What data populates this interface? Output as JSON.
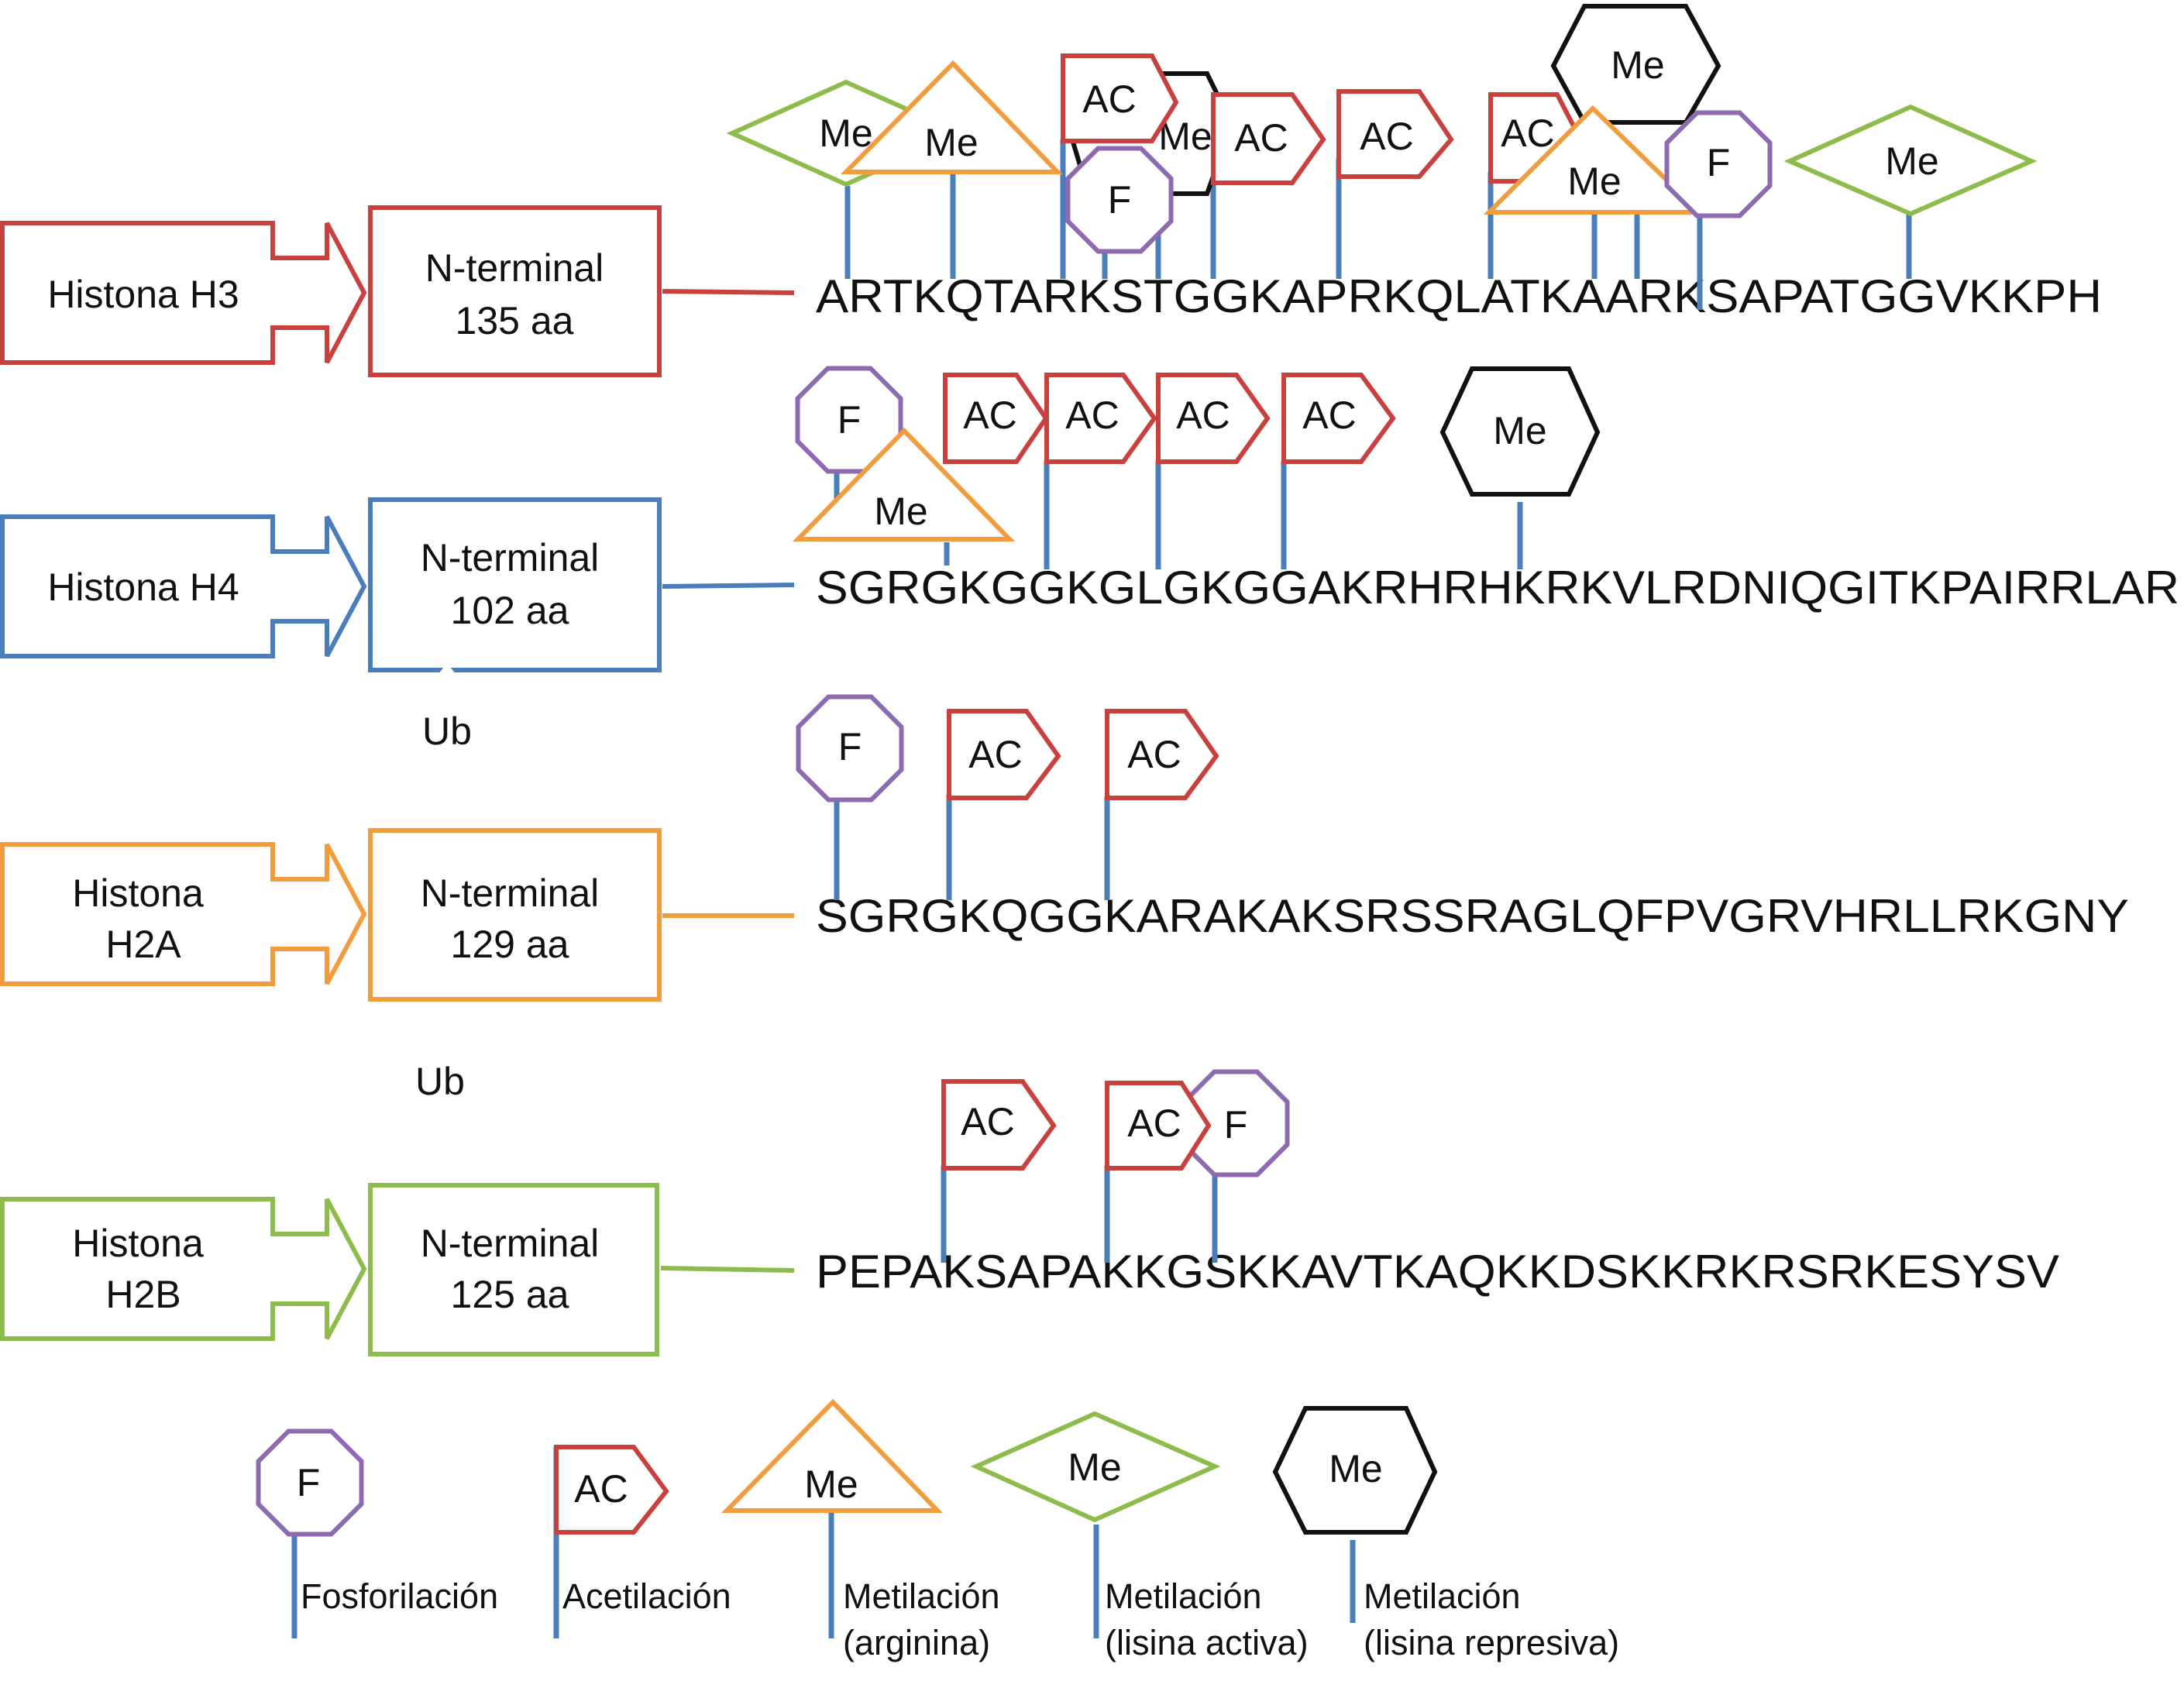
{
  "colors": {
    "h3": "#c8413e",
    "h4": "#4a7ebb",
    "h2a": "#f39c3e",
    "h2b": "#8dbb4c",
    "stem": "#4a7ebb",
    "phospho": "#8c6bb1",
    "acetyl": "#c8413e",
    "me_arg": "#f39c3e",
    "me_active": "#8dbb4c",
    "me_repressive": "#111111",
    "ubiquitin": "#4bb3c9"
  },
  "histones": [
    {
      "key": "h3",
      "name_lines": [
        "Histona H3"
      ],
      "box_lines": [
        "N-terminal",
        "135 aa"
      ],
      "sequence": "ARTKQTARKSTGGKAPRKQLATKAARKSAPATGGVKKPH"
    },
    {
      "key": "h4",
      "name_lines": [
        "Histona H4"
      ],
      "box_lines": [
        "N-terminal",
        "102 aa"
      ],
      "sequence": "SGRGKGGKGLGKGGAKRHRHKRKVLRDNIQGITKPAIRRLAR"
    },
    {
      "key": "h2a",
      "name_lines": [
        "Histona",
        "H2A"
      ],
      "box_lines": [
        "N-terminal",
        "129 aa"
      ],
      "sequence": "SGRGKQGGKARAKAKSRSSRAGLQFPVGRVHRLLRKGNY"
    },
    {
      "key": "h2b",
      "name_lines": [
        "Histona",
        "H2B"
      ],
      "box_lines": [
        "N-terminal",
        "125 aa"
      ],
      "sequence": "PEPAKSAPAKKGSKKAVTKAQKKDSKKRKRSRKESYSV"
    }
  ],
  "ubiquitin": [
    {
      "attached_to": "h4",
      "label": "Ub"
    },
    {
      "attached_to": "h2b",
      "label": "Ub"
    }
  ],
  "marks": {
    "phospho": "F",
    "acetyl": "AC",
    "methyl": "Me"
  },
  "modifications": {
    "h3": [
      {
        "type": "me_active",
        "residue": 2
      },
      {
        "type": "me_arg",
        "residue": 4
      },
      {
        "type": "acetyl",
        "residue": 6
      },
      {
        "type": "me_repressive",
        "residue": 9
      },
      {
        "type": "phospho",
        "residue": 10
      },
      {
        "type": "acetyl",
        "residue": 14
      },
      {
        "type": "acetyl",
        "residue": 18
      },
      {
        "type": "acetyl",
        "residue": 23
      },
      {
        "type": "me_repressive",
        "residue": 27
      },
      {
        "type": "me_arg",
        "residue": 26
      },
      {
        "type": "phospho",
        "residue": 28
      },
      {
        "type": "me_active",
        "residue": 36
      }
    ],
    "h4": [
      {
        "type": "phospho",
        "residue": 1
      },
      {
        "type": "me_arg",
        "residue": 3
      },
      {
        "type": "acetyl",
        "residue": 5
      },
      {
        "type": "acetyl",
        "residue": 8
      },
      {
        "type": "acetyl",
        "residue": 12
      },
      {
        "type": "acetyl",
        "residue": 16
      },
      {
        "type": "me_repressive",
        "residue": 20
      }
    ],
    "h2a": [
      {
        "type": "phospho",
        "residue": 1
      },
      {
        "type": "acetyl",
        "residue": 5
      },
      {
        "type": "acetyl",
        "residue": 9
      }
    ],
    "h2b": [
      {
        "type": "acetyl",
        "residue": 5
      },
      {
        "type": "acetyl",
        "residue": 12
      },
      {
        "type": "phospho",
        "residue": 14
      }
    ]
  },
  "legend": [
    {
      "type": "phospho",
      "label": "F",
      "lines": [
        "Fosforilación"
      ]
    },
    {
      "type": "acetyl",
      "label": "AC",
      "lines": [
        "Acetilación"
      ]
    },
    {
      "type": "me_arg",
      "label": "Me",
      "lines": [
        "Metilación",
        "(arginina)"
      ]
    },
    {
      "type": "me_active",
      "label": "Me",
      "lines": [
        "Metilación",
        "(lisina activa)"
      ]
    },
    {
      "type": "me_repressive",
      "label": "Me",
      "lines": [
        "Metilación",
        "(lisina represiva)"
      ]
    }
  ]
}
